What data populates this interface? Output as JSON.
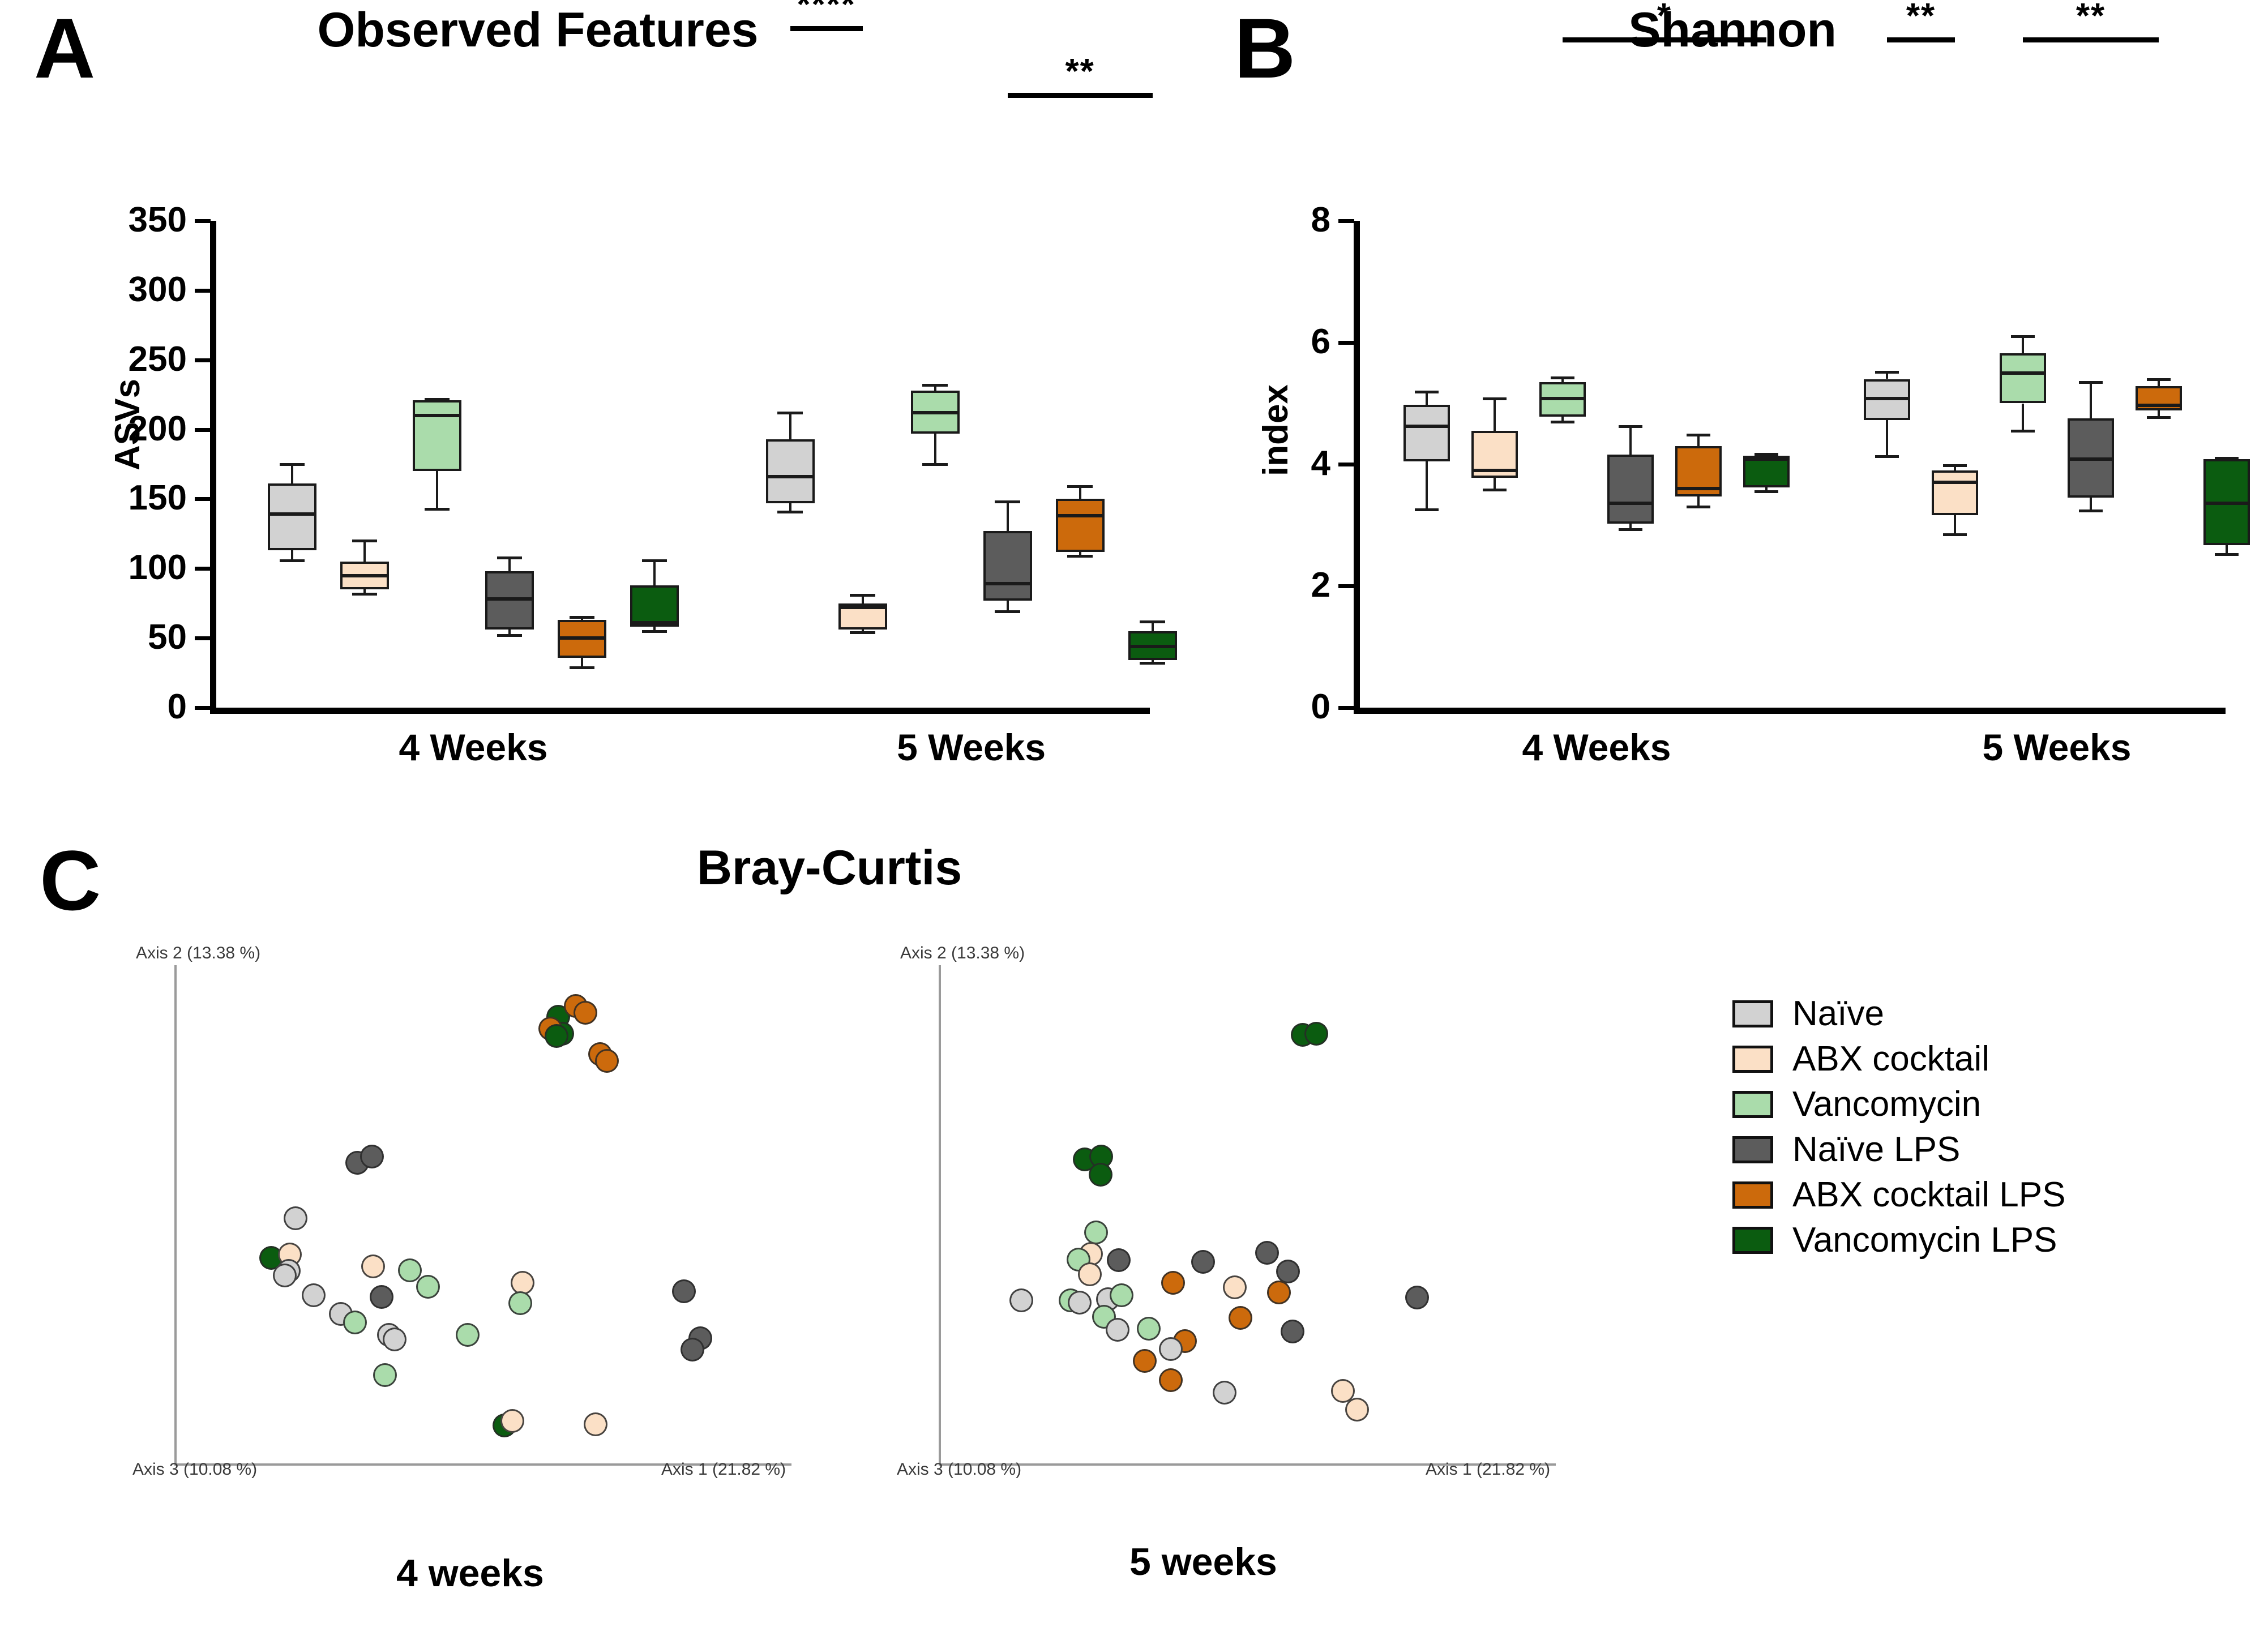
{
  "figure": {
    "panels": [
      {
        "letter": "A",
        "title": "Observed Features"
      },
      {
        "letter": "B",
        "title": "Shannon"
      },
      {
        "letter": "C",
        "title": "Bray-Curtis"
      }
    ]
  },
  "groups": [
    {
      "key": "naive",
      "label": "Naïve",
      "color": "#d2d2d2"
    },
    {
      "key": "abx",
      "label": "ABX cocktail",
      "color": "#fbe0c6"
    },
    {
      "key": "vanco",
      "label": "Vancomycin",
      "color": "#aadcab"
    },
    {
      "key": "naiveLPS",
      "label": "Naïve LPS",
      "color": "#5c5c5c"
    },
    {
      "key": "abxLPS",
      "label": "ABX cocktail LPS",
      "color": "#cc6a0c"
    },
    {
      "key": "vancoLPS",
      "label": "Vancomycin LPS",
      "color": "#0b5c10"
    }
  ],
  "legend": {
    "items": [
      {
        "label": "Naïve",
        "color": "#d2d2d2"
      },
      {
        "label": "ABX cocktail",
        "color": "#fbe0c6"
      },
      {
        "label": "Vancomycin",
        "color": "#aadcab"
      },
      {
        "label": "Naïve LPS",
        "color": "#5c5c5c"
      },
      {
        "label": "ABX cocktail LPS",
        "color": "#cc6a0c"
      },
      {
        "label": "Vancomycin LPS",
        "color": "#0b5c10"
      }
    ]
  },
  "chart_data": [
    {
      "id": "panelA",
      "type": "box",
      "title": "Observed Features",
      "xlabel": "",
      "ylabel": "ASVs",
      "ylim": [
        0,
        350
      ],
      "yticks": [
        0,
        50,
        100,
        150,
        200,
        250,
        300,
        350
      ],
      "ytick_labels": [
        "0",
        "50",
        "100",
        "150",
        "200",
        "250",
        "300",
        "350"
      ],
      "grid": false,
      "legend_position": "right",
      "categories": [
        "4 Weeks",
        "5 Weeks"
      ],
      "boxes": [
        {
          "group": "4 Weeks",
          "series": "Naïve",
          "color": "#d2d2d2",
          "min": 106,
          "q1": 113,
          "median": 139,
          "q3": 161,
          "max": 175
        },
        {
          "group": "4 Weeks",
          "series": "ABX cocktail",
          "color": "#fbe0c6",
          "min": 82,
          "q1": 85,
          "median": 95,
          "q3": 105,
          "max": 120
        },
        {
          "group": "4 Weeks",
          "series": "Vancomycin",
          "color": "#aadcab",
          "min": 143,
          "q1": 170,
          "median": 210,
          "q3": 221,
          "max": 222
        },
        {
          "group": "4 Weeks",
          "series": "Naïve LPS",
          "color": "#5c5c5c",
          "min": 52,
          "q1": 56,
          "median": 78,
          "q3": 98,
          "max": 108
        },
        {
          "group": "4 Weeks",
          "series": "ABX cocktail LPS",
          "color": "#cc6a0c",
          "min": 29,
          "q1": 36,
          "median": 50,
          "q3": 63,
          "max": 65
        },
        {
          "group": "4 Weeks",
          "series": "Vancomycin LPS",
          "color": "#0b5c10",
          "min": 55,
          "q1": 58,
          "median": 61,
          "q3": 88,
          "max": 106
        },
        {
          "group": "5 Weeks",
          "series": "Naïve",
          "color": "#d2d2d2",
          "min": 141,
          "q1": 147,
          "median": 166,
          "q3": 193,
          "max": 212
        },
        {
          "group": "5 Weeks",
          "series": "ABX cocktail",
          "color": "#fbe0c6",
          "min": 54,
          "q1": 56,
          "median": 72,
          "q3": 75,
          "max": 81
        },
        {
          "group": "5 Weeks",
          "series": "Vancomycin",
          "color": "#aadcab",
          "min": 175,
          "q1": 197,
          "median": 212,
          "q3": 228,
          "max": 232
        },
        {
          "group": "5 Weeks",
          "series": "Naïve LPS",
          "color": "#5c5c5c",
          "min": 69,
          "q1": 77,
          "median": 89,
          "q3": 127,
          "max": 148
        },
        {
          "group": "5 Weeks",
          "series": "ABX cocktail LPS",
          "color": "#cc6a0c",
          "min": 109,
          "q1": 112,
          "median": 138,
          "q3": 150,
          "max": 159
        },
        {
          "group": "5 Weeks",
          "series": "Vancomycin LPS",
          "color": "#0b5c10",
          "min": 32,
          "q1": 34,
          "median": 44,
          "q3": 55,
          "max": 62
        }
      ],
      "significance": [
        {
          "stars": "****",
          "from": "4W-Vancomycin",
          "to": "5W-Vancomycin LPS",
          "level": 7
        },
        {
          "stars": "***",
          "from": "4W-Naïve",
          "to": "4W-Vancomycin",
          "level": 6
        },
        {
          "stars": "****",
          "from": "5W-Vancomycin",
          "to": "5W-Vancomycin LPS",
          "level": 6
        },
        {
          "stars": "*",
          "from": "4W-ABX cocktail",
          "to": "4W-Naïve LPS",
          "level": 5
        },
        {
          "stars": "***",
          "from": "5W-ABX cocktail",
          "to": "5W-ABX cocktail LPS",
          "level": 5
        },
        {
          "stars": "**",
          "from": "4W-Naïve",
          "to": "4W-ABX cocktail",
          "level": 4
        },
        {
          "stars": "****",
          "from": "4W-Vancomycin",
          "to": "4W-Vancomycin LPS",
          "level": 4
        },
        {
          "stars": "****",
          "from": "5W-Naïve",
          "to": "5W-Vancomycin",
          "level": 4
        },
        {
          "stars": "****",
          "from": "5W-Naïve",
          "to": "5W-ABX cocktail",
          "level": 3
        },
        {
          "stars": "**",
          "from": "5W-Naïve LPS",
          "to": "5W-Vancomycin LPS",
          "level": 2
        }
      ]
    },
    {
      "id": "panelB",
      "type": "box",
      "title": "Shannon",
      "xlabel": "",
      "ylabel": "index",
      "ylim": [
        0,
        8
      ],
      "yticks": [
        0,
        2,
        4,
        6,
        8
      ],
      "ytick_labels": [
        "0",
        "2",
        "4",
        "6",
        "8"
      ],
      "grid": false,
      "legend_position": "right",
      "categories": [
        "4 Weeks",
        "5 Weeks"
      ],
      "boxes": [
        {
          "group": "4 Weeks",
          "series": "Naïve",
          "color": "#d2d2d2",
          "min": 3.26,
          "q1": 4.05,
          "median": 4.62,
          "q3": 4.98,
          "max": 5.19
        },
        {
          "group": "4 Weeks",
          "series": "ABX cocktail",
          "color": "#fbe0c6",
          "min": 3.58,
          "q1": 3.78,
          "median": 3.9,
          "q3": 4.55,
          "max": 5.08
        },
        {
          "group": "4 Weeks",
          "series": "Vancomycin",
          "color": "#aadcab",
          "min": 4.7,
          "q1": 4.78,
          "median": 5.08,
          "q3": 5.35,
          "max": 5.42
        },
        {
          "group": "4 Weeks",
          "series": "Naïve LPS",
          "color": "#5c5c5c",
          "min": 2.93,
          "q1": 3.02,
          "median": 3.36,
          "q3": 4.16,
          "max": 4.62
        },
        {
          "group": "4 Weeks",
          "series": "ABX cocktail LPS",
          "color": "#cc6a0c",
          "min": 3.3,
          "q1": 3.47,
          "median": 3.6,
          "q3": 4.3,
          "max": 4.48
        },
        {
          "group": "4 Weeks",
          "series": "Vancomycin LPS",
          "color": "#0b5c10",
          "min": 3.55,
          "q1": 3.62,
          "median": 4.08,
          "q3": 4.14,
          "max": 4.17
        },
        {
          "group": "5 Weeks",
          "series": "Naïve",
          "color": "#d2d2d2",
          "min": 4.13,
          "q1": 4.73,
          "median": 5.08,
          "q3": 5.4,
          "max": 5.52
        },
        {
          "group": "5 Weeks",
          "series": "ABX cocktail",
          "color": "#fbe0c6",
          "min": 2.85,
          "q1": 3.16,
          "median": 3.7,
          "q3": 3.9,
          "max": 3.98
        },
        {
          "group": "5 Weeks",
          "series": "Vancomycin",
          "color": "#aadcab",
          "min": 4.55,
          "q1": 5.0,
          "median": 5.5,
          "q3": 5.82,
          "max": 6.1
        },
        {
          "group": "5 Weeks",
          "series": "Naïve LPS",
          "color": "#5c5c5c",
          "min": 3.24,
          "q1": 3.45,
          "median": 4.08,
          "q3": 4.75,
          "max": 5.35
        },
        {
          "group": "5 Weeks",
          "series": "ABX cocktail LPS",
          "color": "#cc6a0c",
          "min": 4.77,
          "q1": 4.88,
          "median": 4.97,
          "q3": 5.28,
          "max": 5.4
        },
        {
          "group": "5 Weeks",
          "series": "Vancomycin LPS",
          "color": "#0b5c10",
          "min": 2.52,
          "q1": 2.67,
          "median": 3.36,
          "q3": 4.08,
          "max": 4.1
        }
      ],
      "significance": [
        {
          "stars": "*",
          "from": "4W-Vancomycin",
          "to": "5W-Vancomycin",
          "level": 5
        },
        {
          "stars": "****",
          "from": "5W-Vancomycin",
          "to": "5W-Vancomycin LPS",
          "level": 4
        },
        {
          "stars": "*",
          "from": "4W-Vancomycin",
          "to": "4W-Vancomycin LPS",
          "level": 3
        },
        {
          "stars": "**",
          "from": "5W-Naïve",
          "to": "5W-ABX cocktail",
          "level": 3
        },
        {
          "stars": "**",
          "from": "5W-Vancomycin",
          "to": "5W-ABX cocktail LPS",
          "level": 3
        }
      ]
    },
    {
      "id": "panelC-4weeks",
      "type": "scatter",
      "title": "Bray-Curtis",
      "caption": "4 weeks",
      "xlabel": "Axis 1 (21.82 %)",
      "ylabel": "Axis 2 (13.38 %)",
      "zlabel": "Axis 3 (10.08 %)",
      "grid": false,
      "points": [
        {
          "g": "Vancomycin LPS",
          "x": 0.622,
          "y": 0.897
        },
        {
          "g": "ABX cocktail LPS",
          "x": 0.65,
          "y": 0.918
        },
        {
          "g": "ABX cocktail LPS",
          "x": 0.666,
          "y": 0.905
        },
        {
          "g": "Vancomycin LPS",
          "x": 0.628,
          "y": 0.863
        },
        {
          "g": "ABX cocktail LPS",
          "x": 0.609,
          "y": 0.873
        },
        {
          "g": "Vancomycin LPS",
          "x": 0.619,
          "y": 0.858
        },
        {
          "g": "ABX cocktail LPS",
          "x": 0.69,
          "y": 0.822
        },
        {
          "g": "ABX cocktail LPS",
          "x": 0.701,
          "y": 0.808
        },
        {
          "g": "Naïve LPS",
          "x": 0.296,
          "y": 0.603
        },
        {
          "g": "Naïve LPS",
          "x": 0.32,
          "y": 0.616
        },
        {
          "g": "Naïve",
          "x": 0.196,
          "y": 0.492
        },
        {
          "g": "Vancomycin LPS",
          "x": 0.157,
          "y": 0.413
        },
        {
          "g": "ABX cocktail",
          "x": 0.187,
          "y": 0.419
        },
        {
          "g": "Naïve",
          "x": 0.185,
          "y": 0.386
        },
        {
          "g": "Naïve",
          "x": 0.179,
          "y": 0.377
        },
        {
          "g": "ABX cocktail",
          "x": 0.322,
          "y": 0.396
        },
        {
          "g": "Vancomycin",
          "x": 0.382,
          "y": 0.388
        },
        {
          "g": "Vancomycin",
          "x": 0.411,
          "y": 0.355
        },
        {
          "g": "ABX cocktail",
          "x": 0.564,
          "y": 0.362
        },
        {
          "g": "Naïve",
          "x": 0.226,
          "y": 0.337
        },
        {
          "g": "Naïve LPS",
          "x": 0.336,
          "y": 0.334
        },
        {
          "g": "Vancomycin",
          "x": 0.561,
          "y": 0.322
        },
        {
          "g": "Naïve LPS",
          "x": 0.826,
          "y": 0.346
        },
        {
          "g": "Naïve",
          "x": 0.27,
          "y": 0.3
        },
        {
          "g": "Vancomycin",
          "x": 0.293,
          "y": 0.283
        },
        {
          "g": "Naïve",
          "x": 0.348,
          "y": 0.258
        },
        {
          "g": "Naïve",
          "x": 0.357,
          "y": 0.249
        },
        {
          "g": "Vancomycin",
          "x": 0.475,
          "y": 0.258
        },
        {
          "g": "Naïve LPS",
          "x": 0.852,
          "y": 0.251
        },
        {
          "g": "Naïve LPS",
          "x": 0.839,
          "y": 0.228
        },
        {
          "g": "Vancomycin",
          "x": 0.341,
          "y": 0.177
        },
        {
          "g": "Vancomycin LPS",
          "x": 0.535,
          "y": 0.076
        },
        {
          "g": "ABX cocktail",
          "x": 0.548,
          "y": 0.085
        },
        {
          "g": "ABX cocktail",
          "x": 0.683,
          "y": 0.078
        }
      ]
    },
    {
      "id": "panelC-5weeks",
      "type": "scatter",
      "title": "Bray-Curtis",
      "caption": "5 weeks",
      "xlabel": "Axis 1 (21.82 %)",
      "ylabel": "Axis 2 (13.38 %)",
      "zlabel": "Axis 3 (10.08 %)",
      "grid": false,
      "points": [
        {
          "g": "Vancomycin LPS",
          "x": 0.59,
          "y": 0.86
        },
        {
          "g": "Vancomycin LPS",
          "x": 0.612,
          "y": 0.862
        },
        {
          "g": "Vancomycin LPS",
          "x": 0.237,
          "y": 0.61
        },
        {
          "g": "Vancomycin LPS",
          "x": 0.263,
          "y": 0.616
        },
        {
          "g": "Vancomycin LPS",
          "x": 0.262,
          "y": 0.58
        },
        {
          "g": "Vancomycin",
          "x": 0.255,
          "y": 0.464
        },
        {
          "g": "ABX cocktail",
          "x": 0.247,
          "y": 0.421
        },
        {
          "g": "Vancomycin",
          "x": 0.227,
          "y": 0.409
        },
        {
          "g": "Naïve LPS",
          "x": 0.292,
          "y": 0.408
        },
        {
          "g": "Naïve LPS",
          "x": 0.428,
          "y": 0.404
        },
        {
          "g": "Naïve LPS",
          "x": 0.532,
          "y": 0.423
        },
        {
          "g": "ABX cocktail",
          "x": 0.245,
          "y": 0.379
        },
        {
          "g": "Naïve LPS",
          "x": 0.566,
          "y": 0.385
        },
        {
          "g": "ABX cocktail LPS",
          "x": 0.38,
          "y": 0.362
        },
        {
          "g": "ABX cocktail",
          "x": 0.48,
          "y": 0.353
        },
        {
          "g": "ABX cocktail LPS",
          "x": 0.551,
          "y": 0.343
        },
        {
          "g": "Naïve",
          "x": 0.134,
          "y": 0.327
        },
        {
          "g": "Vancomycin",
          "x": 0.214,
          "y": 0.327
        },
        {
          "g": "Naïve",
          "x": 0.228,
          "y": 0.323
        },
        {
          "g": "Naïve",
          "x": 0.274,
          "y": 0.33
        },
        {
          "g": "Vancomycin",
          "x": 0.296,
          "y": 0.338
        },
        {
          "g": "Naïve LPS",
          "x": 0.775,
          "y": 0.333
        },
        {
          "g": "Vancomycin",
          "x": 0.268,
          "y": 0.294
        },
        {
          "g": "ABX cocktail LPS",
          "x": 0.489,
          "y": 0.292
        },
        {
          "g": "Naïve",
          "x": 0.29,
          "y": 0.268
        },
        {
          "g": "Vancomycin",
          "x": 0.34,
          "y": 0.27
        },
        {
          "g": "Naïve LPS",
          "x": 0.573,
          "y": 0.265
        },
        {
          "g": "ABX cocktail LPS",
          "x": 0.399,
          "y": 0.245
        },
        {
          "g": "Naïve",
          "x": 0.376,
          "y": 0.23
        },
        {
          "g": "ABX cocktail LPS",
          "x": 0.334,
          "y": 0.206
        },
        {
          "g": "ABX cocktail LPS",
          "x": 0.376,
          "y": 0.167
        },
        {
          "g": "Naïve",
          "x": 0.463,
          "y": 0.142
        },
        {
          "g": "ABX cocktail",
          "x": 0.655,
          "y": 0.145
        },
        {
          "g": "ABX cocktail",
          "x": 0.678,
          "y": 0.108
        }
      ]
    }
  ]
}
